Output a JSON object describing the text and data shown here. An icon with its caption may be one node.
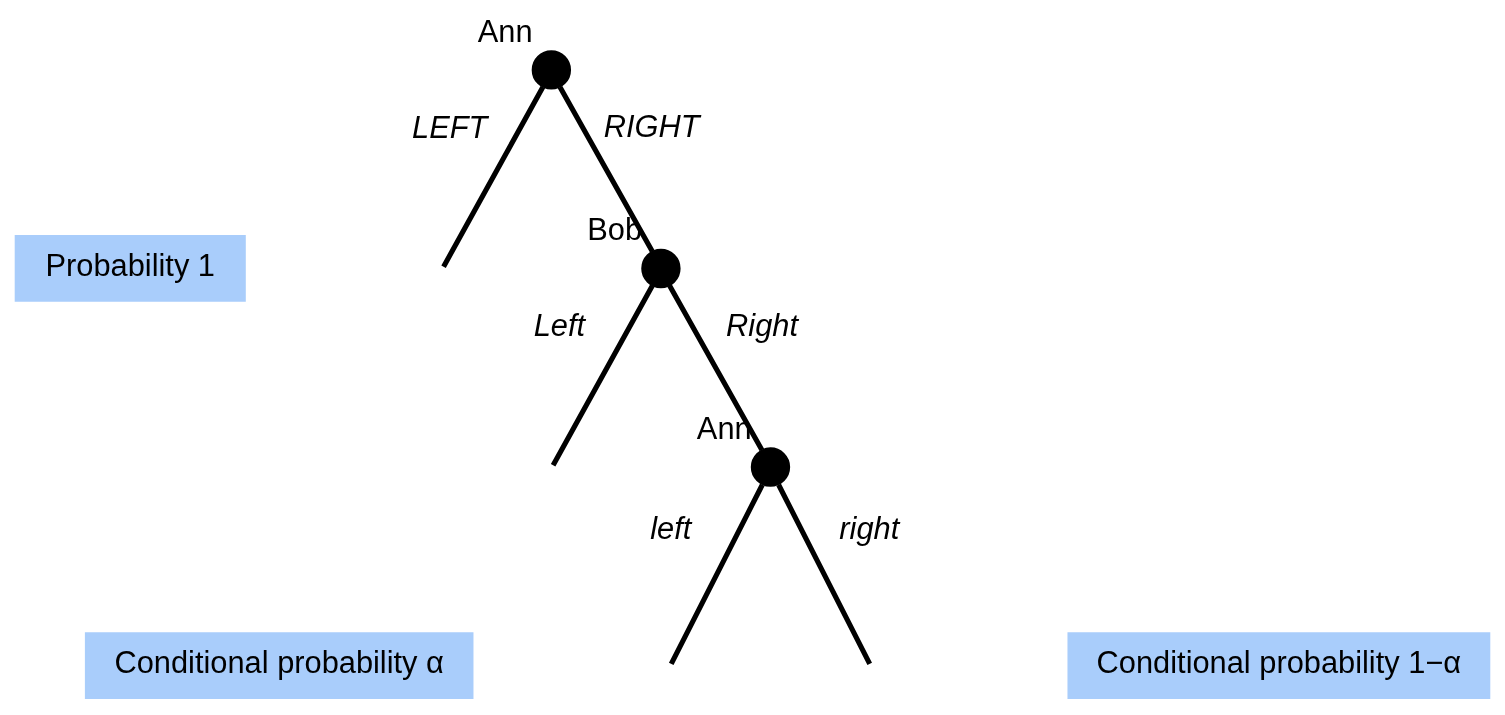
{
  "diagram": {
    "nodes": [
      {
        "text": [],
        "shape": "circle",
        "beside": [
          "Ann"
        ]
      },
      {
        "text": [],
        "shape": "circle",
        "beside": [
          "Bob"
        ]
      },
      {
        "text": [],
        "shape": "circle",
        "beside": [
          "Ann"
        ]
      },
      {
        "text": [
          "Probability 1"
        ]
      },
      {
        "text": [
          "Conditional probability α"
        ]
      },
      {
        "text": [
          "Conditional probability 1−α"
        ]
      }
    ],
    "edges": [
      {
        "from": 0,
        "to": null,
        "arrow": "none",
        "label": "LEFT"
      },
      {
        "from": 0,
        "to": 1,
        "arrow": "none",
        "label": "RIGHT"
      },
      {
        "from": 1,
        "to": null,
        "arrow": "none",
        "label": "Left"
      },
      {
        "from": 1,
        "to": 2,
        "arrow": "none",
        "label": "Right"
      },
      {
        "from": 2,
        "to": null,
        "arrow": "none",
        "label": "left"
      },
      {
        "from": 2,
        "to": null,
        "arrow": "none",
        "label": "right"
      }
    ]
  }
}
